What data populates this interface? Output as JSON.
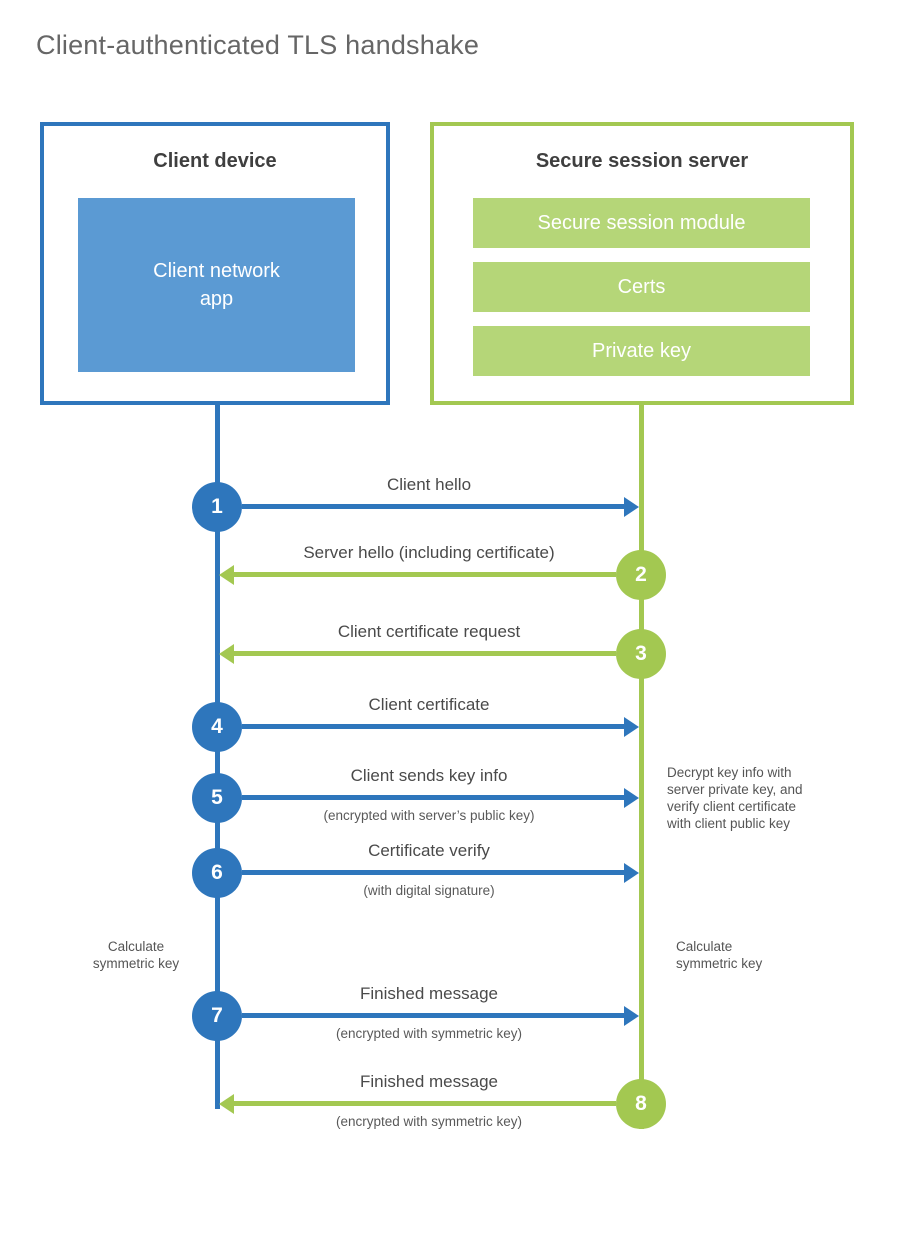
{
  "title": "Client-authenticated TLS handshake",
  "palette": {
    "blue": "#2e76bc",
    "blue_fill": "#5b9ad3",
    "green": "#a3c851",
    "green_fill": "#b5d678"
  },
  "client": {
    "title": "Client device",
    "app": "Client network\napp"
  },
  "server": {
    "title": "Secure session server",
    "modules": [
      "Secure session module",
      "Certs",
      "Private key"
    ]
  },
  "messages": [
    {
      "num": "1",
      "direction": "client-to-server",
      "label": "Client hello",
      "sub": ""
    },
    {
      "num": "2",
      "direction": "server-to-client",
      "label": "Server hello (including certificate)",
      "sub": ""
    },
    {
      "num": "3",
      "direction": "server-to-client",
      "label": "Client certificate request",
      "sub": ""
    },
    {
      "num": "4",
      "direction": "client-to-server",
      "label": "Client certificate",
      "sub": ""
    },
    {
      "num": "5",
      "direction": "client-to-server",
      "label": "Client sends key info",
      "sub": "(encrypted with server’s public key)"
    },
    {
      "num": "6",
      "direction": "client-to-server",
      "label": "Certificate verify",
      "sub": "(with digital signature)"
    },
    {
      "num": "7",
      "direction": "client-to-server",
      "label": "Finished message",
      "sub": "(encrypted with symmetric key)"
    },
    {
      "num": "8",
      "direction": "server-to-client",
      "label": "Finished message",
      "sub": "(encrypted with symmetric key)"
    }
  ],
  "notes": {
    "decrypt": "Decrypt key info with\nserver private key, and\nverify client certificate\nwith client public key",
    "calc_left": "Calculate\nsymmetric key",
    "calc_right": "Calculate\nsymmetric key"
  }
}
